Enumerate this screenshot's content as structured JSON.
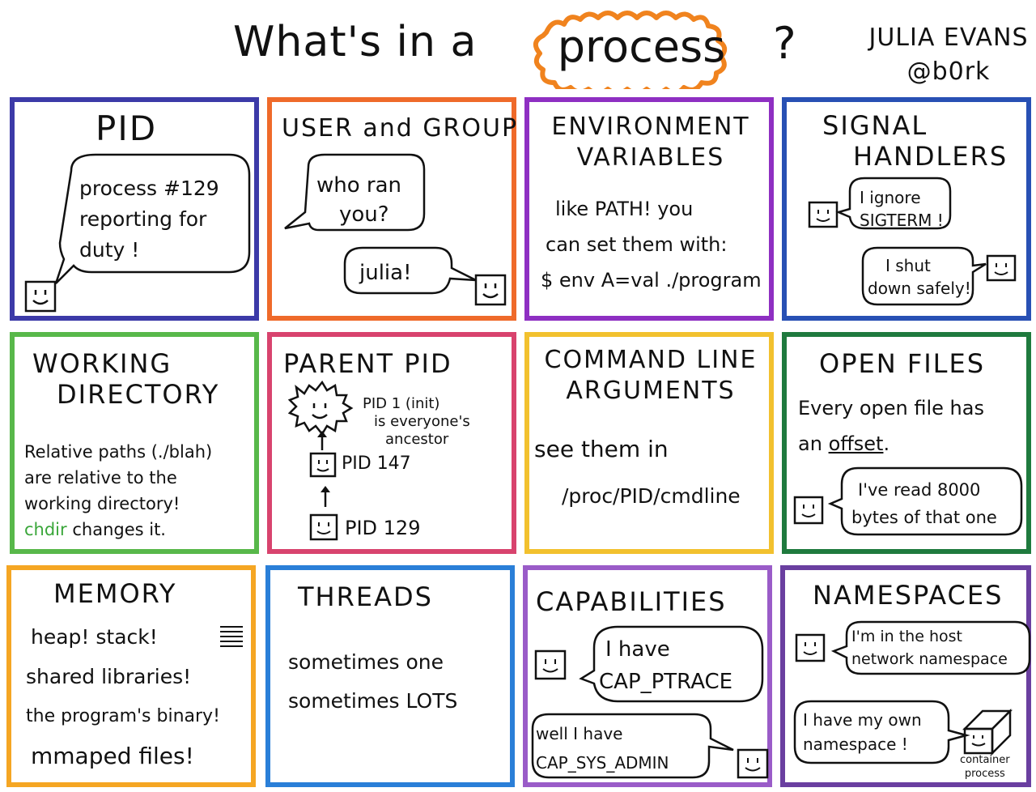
{
  "header": {
    "title_prefix": "What's in a",
    "title_highlight": "process",
    "title_suffix": "?",
    "author_name": "JULIA EVANS",
    "author_handle": "@b0rk",
    "highlight_color": "#f0831e"
  },
  "panels": {
    "pid": {
      "title": "PID",
      "bubble_lines": [
        "process #129",
        "reporting for",
        "duty !"
      ],
      "color": "#3c3aa8"
    },
    "user_group": {
      "title": "USER and GROUP",
      "question": [
        "who ran",
        "you?"
      ],
      "answer": "julia!",
      "color": "#ef6a2a"
    },
    "env": {
      "title_lines": [
        "ENVIRONMENT",
        "VARIABLES"
      ],
      "lines": [
        "like PATH! you",
        "can set them with:",
        "$ env A=val ./program"
      ],
      "color": "#8e2fc2"
    },
    "signals": {
      "title_lines": [
        "SIGNAL",
        "HANDLERS"
      ],
      "bubble1": [
        "I ignore",
        "SIGTERM !"
      ],
      "bubble2": [
        "I shut",
        "down safely!"
      ],
      "color": "#2850b4"
    },
    "cwd": {
      "title_lines": [
        "WORKING",
        "DIRECTORY"
      ],
      "lines": [
        "Relative paths (./blah)",
        "are relative to the",
        "working directory!"
      ],
      "chdir": "chdir",
      "chdir_rest": "changes it.",
      "color": "#58b84a"
    },
    "ppid": {
      "title": "PARENT PID",
      "init_lines": [
        "PID 1 (init)",
        "is everyone's",
        "ancestor"
      ],
      "pid147": "PID 147",
      "pid129": "PID 129",
      "color": "#d8436e"
    },
    "cmdline": {
      "title_lines": [
        "COMMAND LINE",
        "ARGUMENTS"
      ],
      "lines": [
        "see them in",
        "/proc/PID/cmdline"
      ],
      "color": "#f2c12e"
    },
    "files": {
      "title": "OPEN FILES",
      "line1": "Every open file has",
      "line2_prefix": "an",
      "line2_word": "offset",
      "line2_suffix": ".",
      "bubble": [
        "I've read 8000",
        "bytes of that one"
      ],
      "color": "#1f7a3e"
    },
    "memory": {
      "title": "MEMORY",
      "lines": [
        "heap! stack!",
        "shared libraries!",
        "the program's binary!",
        "mmaped files!"
      ],
      "color": "#f5a623"
    },
    "threads": {
      "title": "THREADS",
      "lines": [
        "sometimes one",
        "sometimes LOTS"
      ],
      "color": "#2a7fd8"
    },
    "caps": {
      "title": "CAPABILITIES",
      "bubble1": [
        "I have",
        "CAP_PTRACE"
      ],
      "bubble2": [
        "well I have",
        "CAP_SYS_ADMIN"
      ],
      "color": "#9a5cc8"
    },
    "ns": {
      "title": "NAMESPACES",
      "bubble1": [
        "I'm in the host",
        "network namespace"
      ],
      "bubble2": [
        "I have my own",
        "namespace !"
      ],
      "caption": [
        "container",
        "process"
      ],
      "color": "#6a3fa0"
    }
  }
}
